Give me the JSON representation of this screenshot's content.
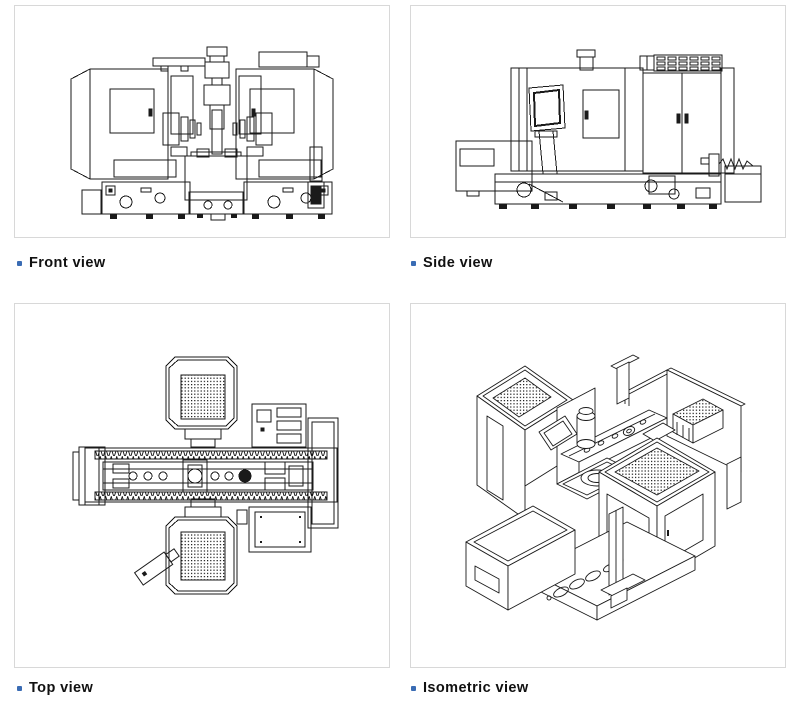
{
  "page": {
    "background_color": "#ffffff",
    "panel_border_color": "#d8d8d8",
    "bullet_color": "#3a6cb4",
    "drawing_line_color": "#1a1a1a"
  },
  "views": [
    {
      "id": "front",
      "label": "Front view"
    },
    {
      "id": "side",
      "label": "Side view"
    },
    {
      "id": "top",
      "label": "Top view"
    },
    {
      "id": "isometric",
      "label": "Isometric view"
    }
  ]
}
